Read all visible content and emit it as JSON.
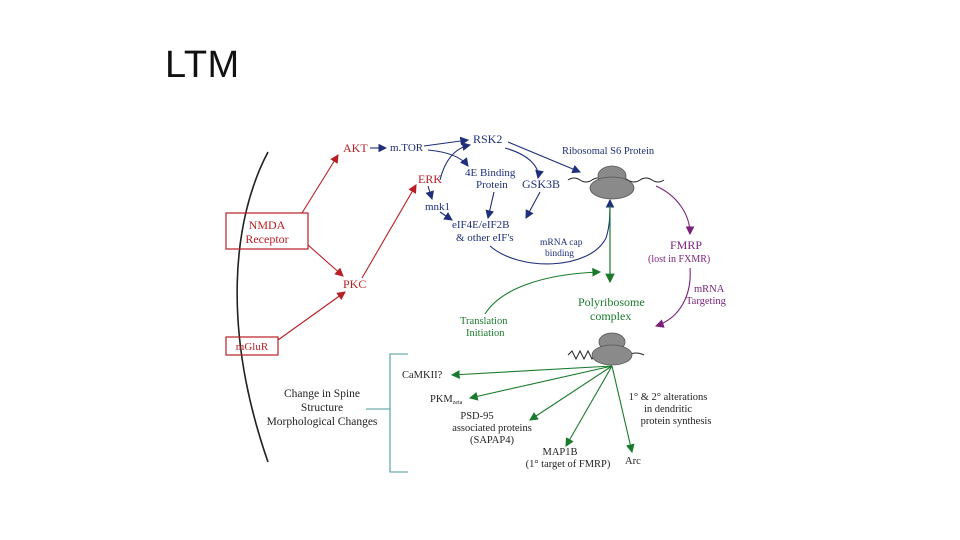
{
  "title": "LTM",
  "colors": {
    "red": "#b81f24",
    "blue": "#1f2f7a",
    "green": "#1a7a2c",
    "purple": "#7a1f7a",
    "teal_bracket": "#4a9a9a",
    "ribosome": "#8a8a8a"
  },
  "labels": {
    "akt": "AKT",
    "mtor": "m.TOR",
    "rsk2": "RSK2",
    "ribosomal_s6": "Ribosomal S6 Protein",
    "erk": "ERK",
    "binding_4e_1": "4E Binding",
    "binding_4e_2": "Protein",
    "gsk3b": "GSK3B",
    "mnk1": "mnk1",
    "eif_1": "eIF4E/eIF2B",
    "eif_2": "& other eIF's",
    "mrna_cap_1": "mRNA cap",
    "mrna_cap_2": "binding",
    "nmda_1": "NMDA",
    "nmda_2": "Receptor",
    "fmrp": "FMRP",
    "fmrp_sub": "(lost in FXMR)",
    "mrna_targeting_1": "mRNA",
    "mrna_targeting_2": "Targeting",
    "pkc": "PKC",
    "translation_1": "Translation",
    "translation_2": "Initiation",
    "polyribosome_1": "Polyribosome",
    "polyribosome_2": "complex",
    "mglur": "mGluR",
    "spine_1": "Change in Spine",
    "spine_2": "Structure",
    "spine_3": "Morphological Changes",
    "camkii": "CaMKII?",
    "pkm": "PKM",
    "pkm_sub": "zeta",
    "psd95_1": "PSD-95",
    "psd95_2": "associated proteins",
    "psd95_3": "(SAPAP4)",
    "alterations_1": "1° & 2° alterations",
    "alterations_2": "in dendritic",
    "alterations_3": "protein synthesis",
    "map1b_1": "MAP1B",
    "map1b_2": "(1° target of FMRP)",
    "arc": "Arc"
  }
}
